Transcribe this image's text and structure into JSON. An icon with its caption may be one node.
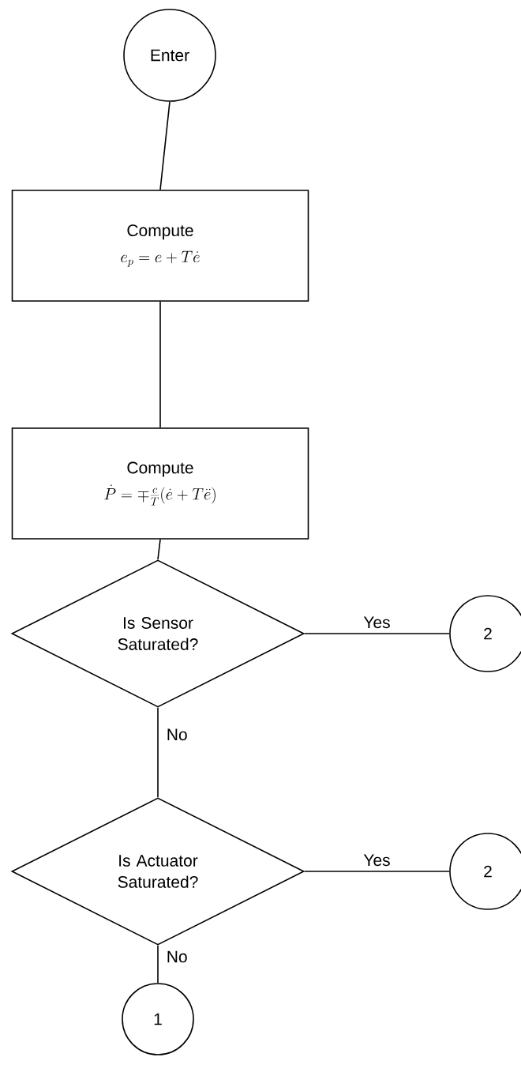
{
  "diagram": {
    "nodes": [
      {
        "text": [
          "Enter"
        ]
      },
      {
        "text": [
          "Compute",
          "e_p = e + T\\dot{e}"
        ]
      },
      {
        "text": [
          "Compute",
          "\\dot{P} = \\mp \\frac{c}{T} (\\dot{e} + T\\ddot{e})"
        ]
      },
      {
        "text": [
          "Is Sensor Saturated?"
        ]
      },
      {
        "text": [
          "2"
        ]
      },
      {
        "text": [
          "Is Actuator Saturated?"
        ]
      },
      {
        "text": [
          "2"
        ]
      },
      {
        "text": [
          "1"
        ]
      }
    ],
    "edges": [
      {
        "from": 0,
        "to": 1,
        "arrow": "none"
      },
      {
        "from": 1,
        "to": 2,
        "arrow": "none"
      },
      {
        "from": 2,
        "to": 3,
        "arrow": "none"
      },
      {
        "from": 3,
        "to": 4,
        "arrow": "none",
        "label": "Yes"
      },
      {
        "from": 3,
        "to": 5,
        "arrow": "none",
        "label": "No"
      },
      {
        "from": 5,
        "to": 6,
        "arrow": "none",
        "label": "Yes"
      },
      {
        "from": 5,
        "to": 7,
        "arrow": "none",
        "label": "No"
      }
    ]
  }
}
